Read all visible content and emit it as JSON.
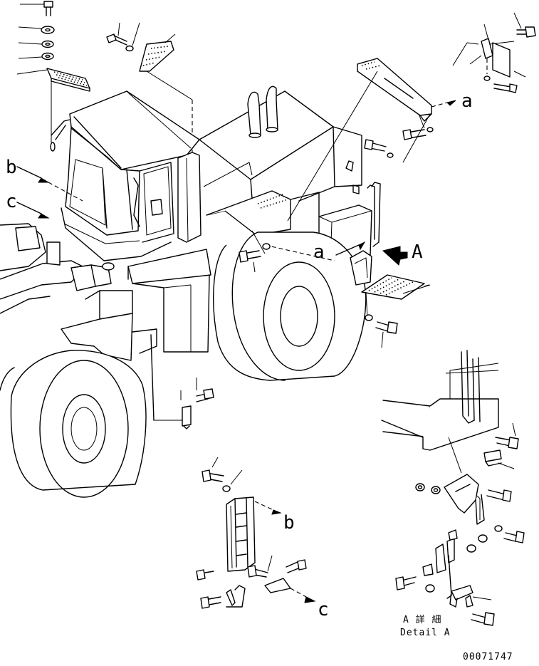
{
  "labels": {
    "a": "a",
    "b": "b",
    "c": "c",
    "A": "A"
  },
  "detail": {
    "title_jp": "A 詳 細",
    "title_en": "Detail A"
  },
  "drawing_number": "00071747"
}
